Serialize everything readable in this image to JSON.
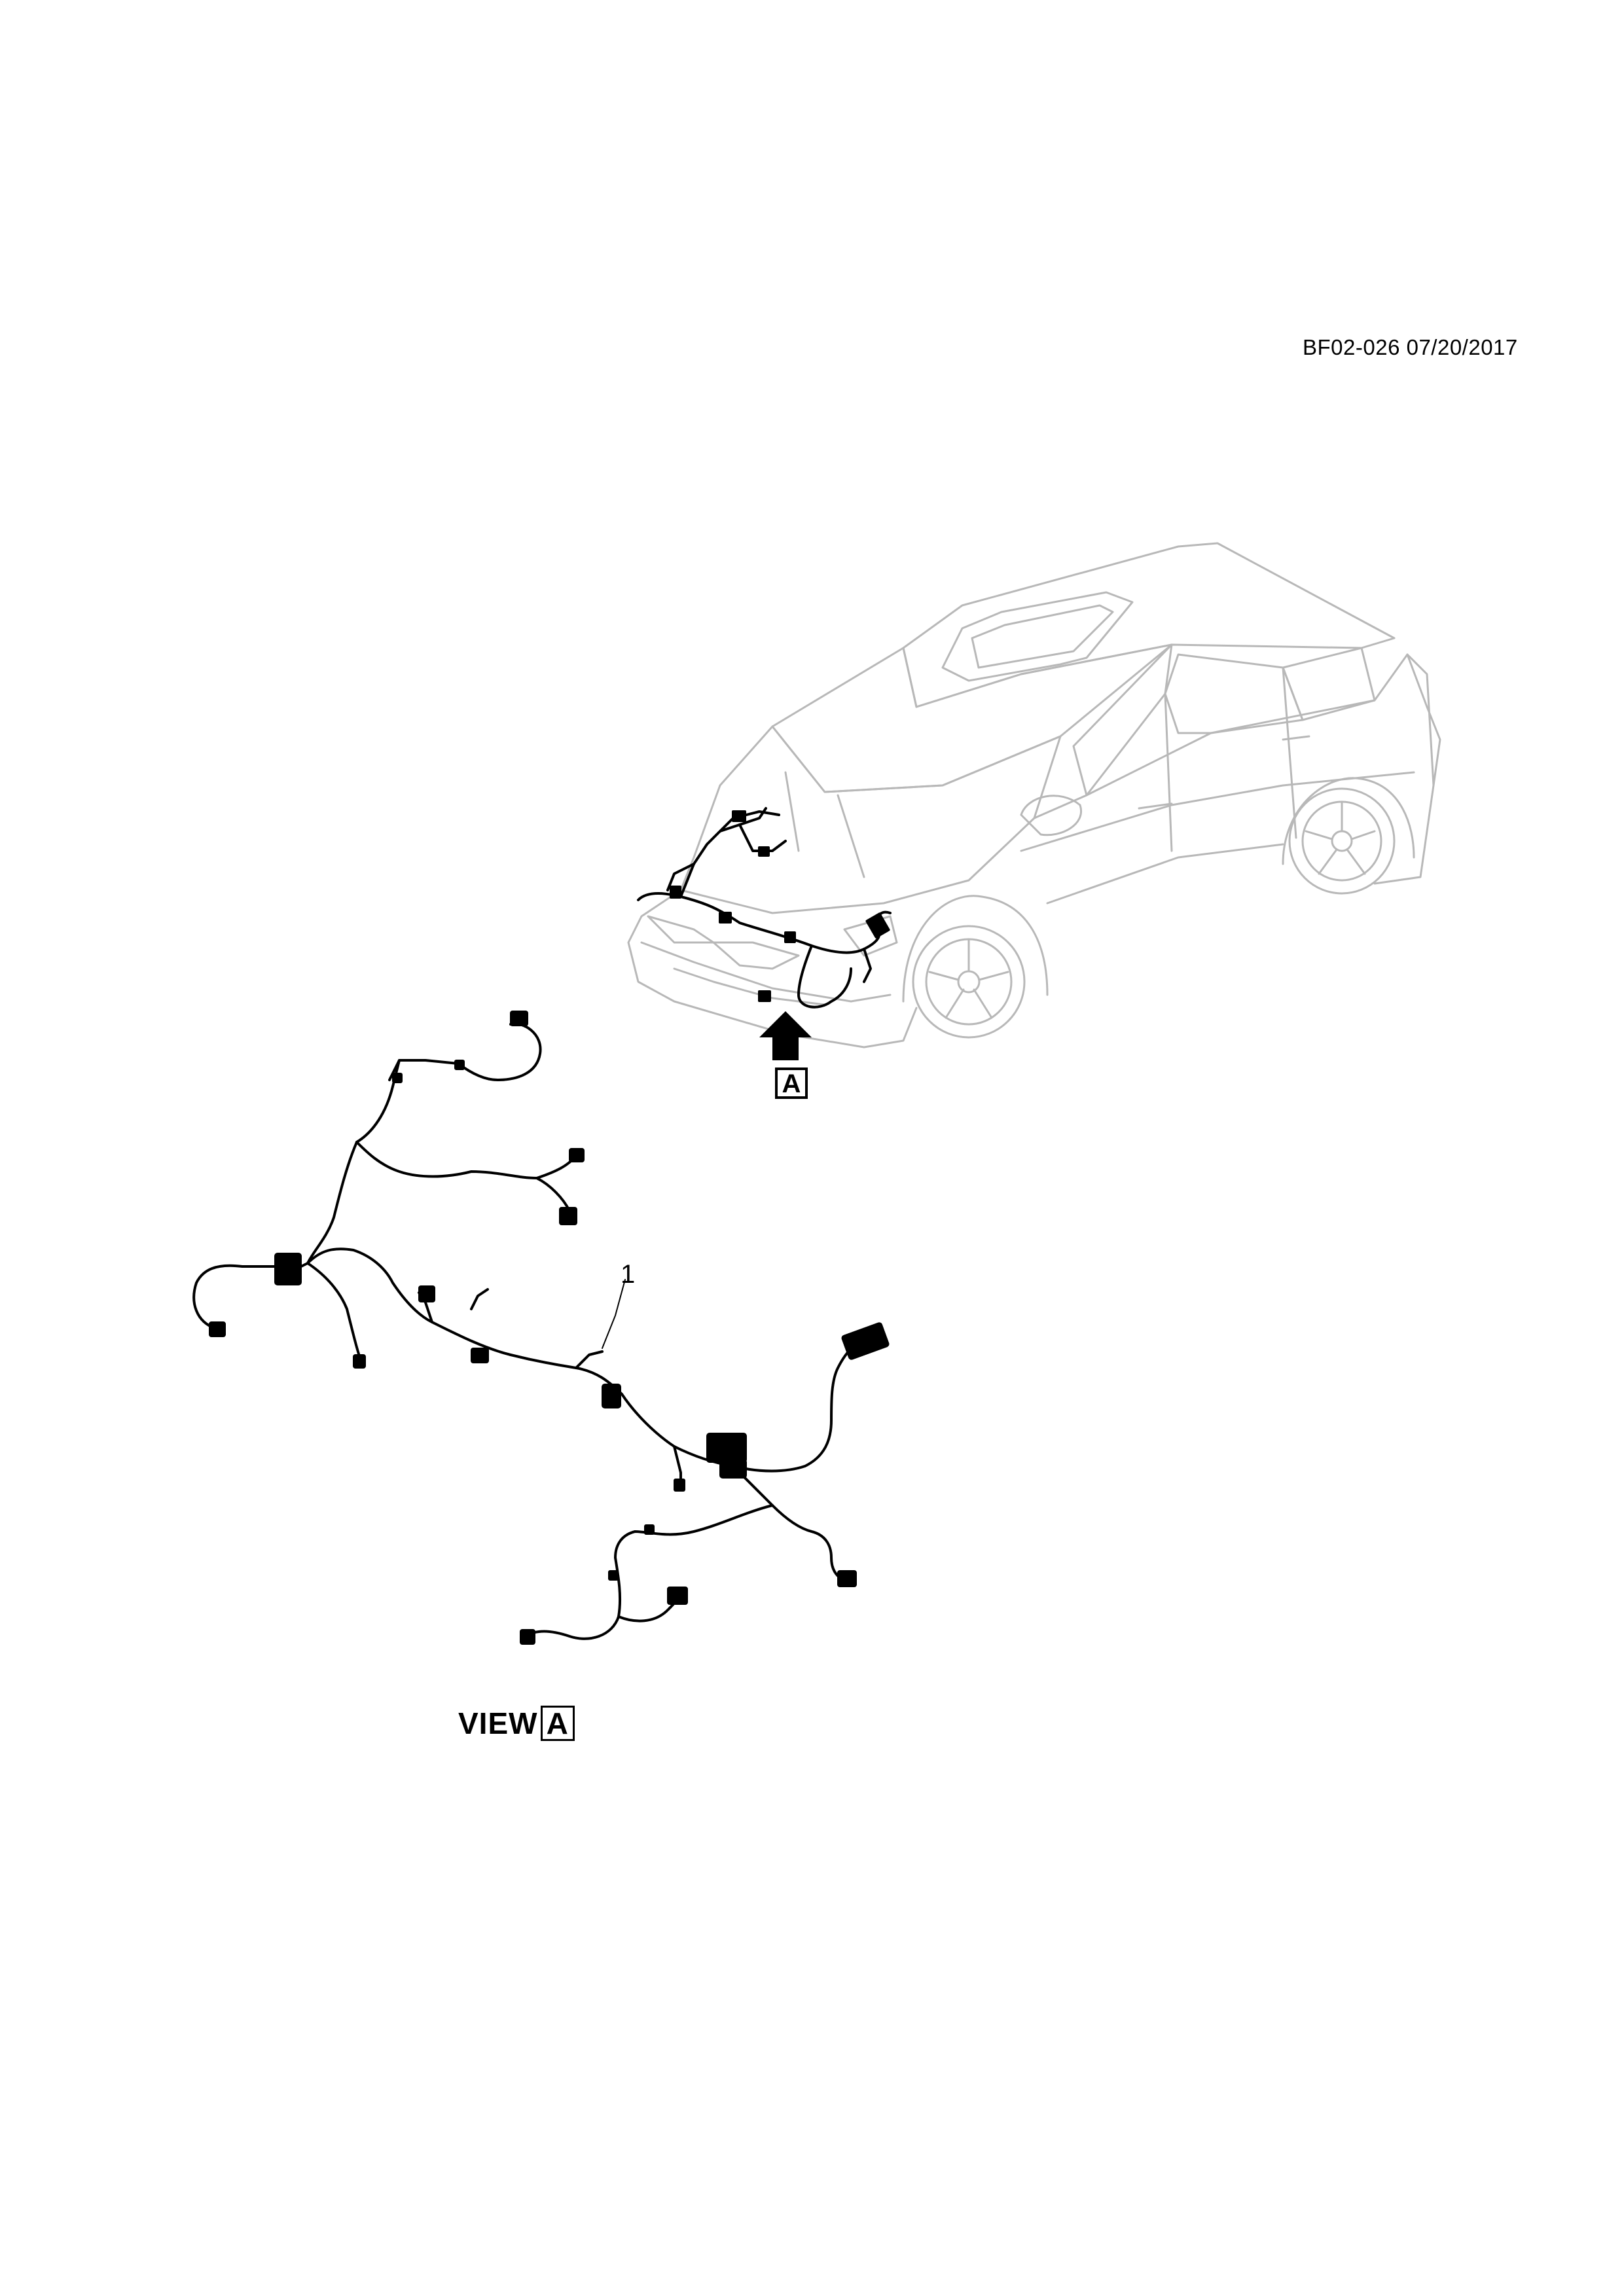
{
  "header": {
    "doc_code": "BF02-026 07/20/2017"
  },
  "callouts": {
    "harness_number": "1",
    "arrow_letter": "A"
  },
  "view": {
    "prefix": "VIEW",
    "letter": "A"
  }
}
